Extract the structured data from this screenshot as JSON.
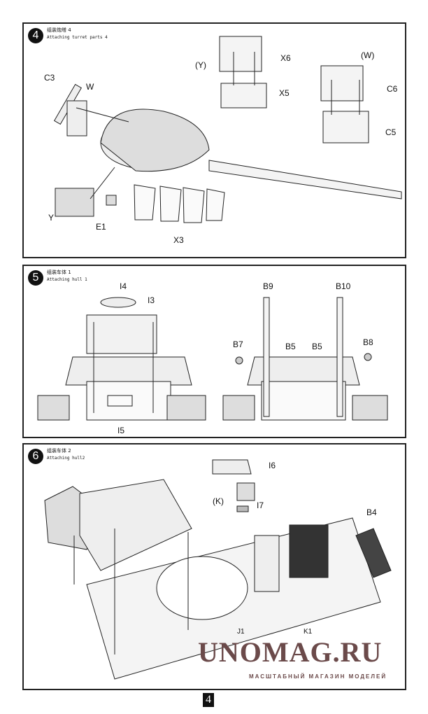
{
  "steps": [
    {
      "number": "4",
      "title_cn": "组装炮塔 4",
      "title_en": "Attaching turret parts 4",
      "labels": {
        "c3": "C3",
        "w": "W",
        "y_group": "(Y)",
        "x6": "X6",
        "x5": "X5",
        "w_group": "(W)",
        "c6": "C6",
        "c5": "C5",
        "y": "Y",
        "e1": "E1",
        "x3": "X3"
      }
    },
    {
      "number": "5",
      "title_cn": "组装车体 1",
      "title_en": "Attaching hull 1",
      "labels": {
        "i4": "I4",
        "i3": "I3",
        "i5": "I5",
        "b9": "B9",
        "b10": "B10",
        "b7": "B7",
        "b5a": "B5",
        "b5b": "B5",
        "b8": "B8"
      }
    },
    {
      "number": "6",
      "title_cn": "组装车体 2",
      "title_en": "Attaching hull2",
      "labels": {
        "i6": "I6",
        "k_group": "(K)",
        "i7": "I7",
        "b4": "B4",
        "j1": "J1",
        "k1": "K1"
      }
    }
  ],
  "watermark": {
    "title": "UNOMAG.RU",
    "subtitle": "МАСШТАБНЫЙ МАГАЗИН МОДЕЛЕЙ",
    "color": "#6b4a4a"
  },
  "page_number": "4"
}
